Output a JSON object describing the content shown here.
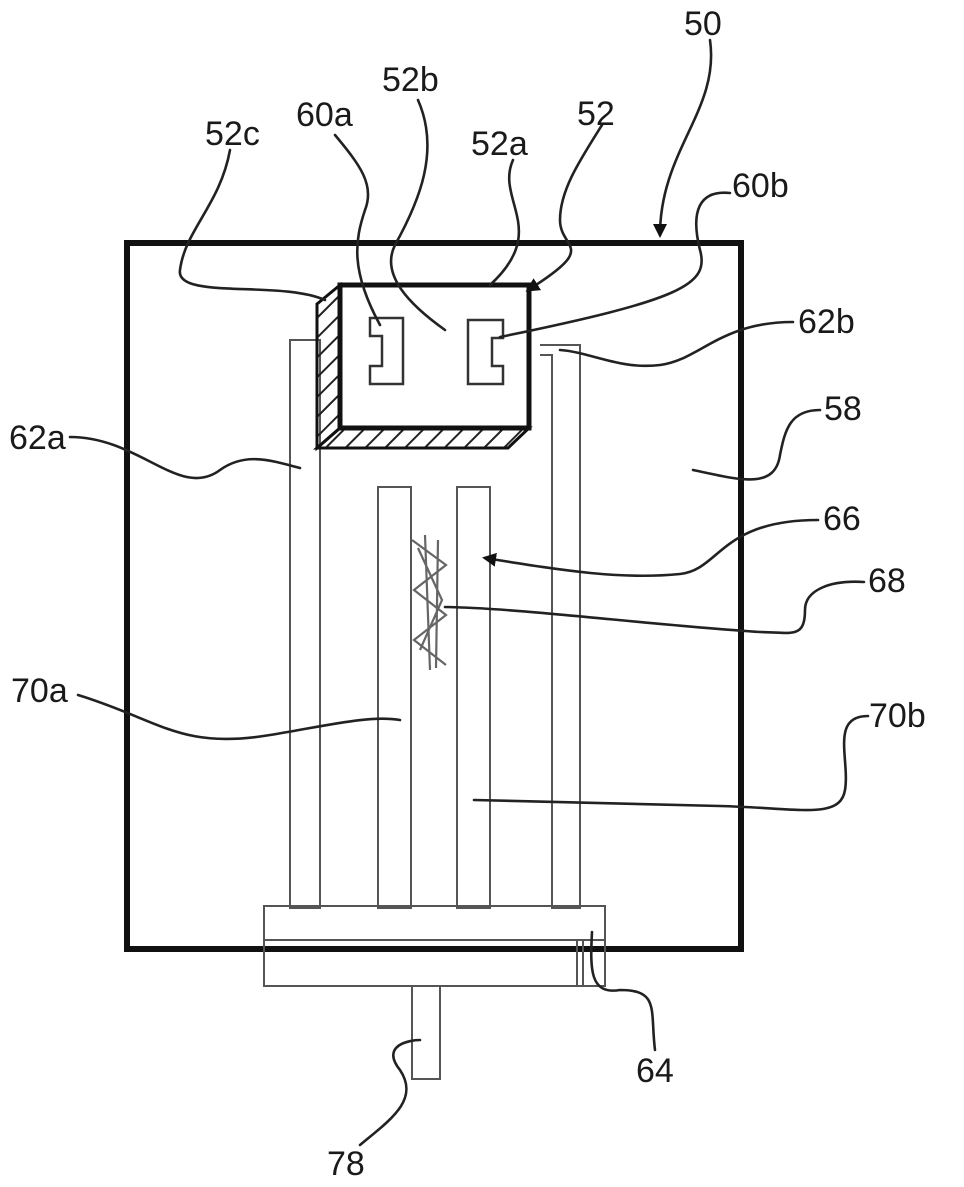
{
  "figure": {
    "labels": {
      "l50": "50",
      "l52": "52",
      "l52a": "52a",
      "l52b": "52b",
      "l52c": "52c",
      "l60a": "60a",
      "l60b": "60b",
      "l62a": "62a",
      "l62b": "62b",
      "l58": "58",
      "l66": "66",
      "l68": "68",
      "l70a": "70a",
      "l70b": "70b",
      "l64": "64",
      "l78": "78"
    }
  }
}
